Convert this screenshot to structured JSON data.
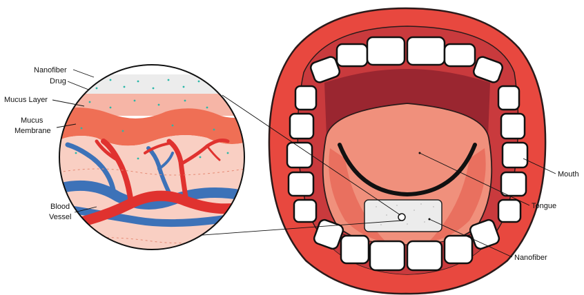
{
  "labels": {
    "nanofiber_inset": "Nanofiber",
    "drug": "Drug",
    "mucus_layer": "Mucus Layer",
    "mucus_membrane_1": "Mucus",
    "mucus_membrane_2": "Membrane",
    "blood_vessel_1": "Blood",
    "blood_vessel_2": "Vessel",
    "mouth": "Mouth",
    "tongue": "Tongue",
    "nanofiber_mouth": "Nanofiber"
  },
  "colors": {
    "lip": "#e8483f",
    "lip_outline": "#2b1a1a",
    "oral_cavity": "#c93a3d",
    "throat": "#9a2630",
    "tongue": "#f0907c",
    "tongue_side": "#e9705f",
    "teeth": "#ffffff",
    "nanofiber_patch": "#ececec",
    "drug_dots": "#2bb7a8",
    "mucus_layer": "#f6b5a6",
    "mucus_membrane": "#ef6f55",
    "tissue": "#f9cfc3",
    "artery": "#e0322f",
    "vein": "#3d72b8"
  }
}
